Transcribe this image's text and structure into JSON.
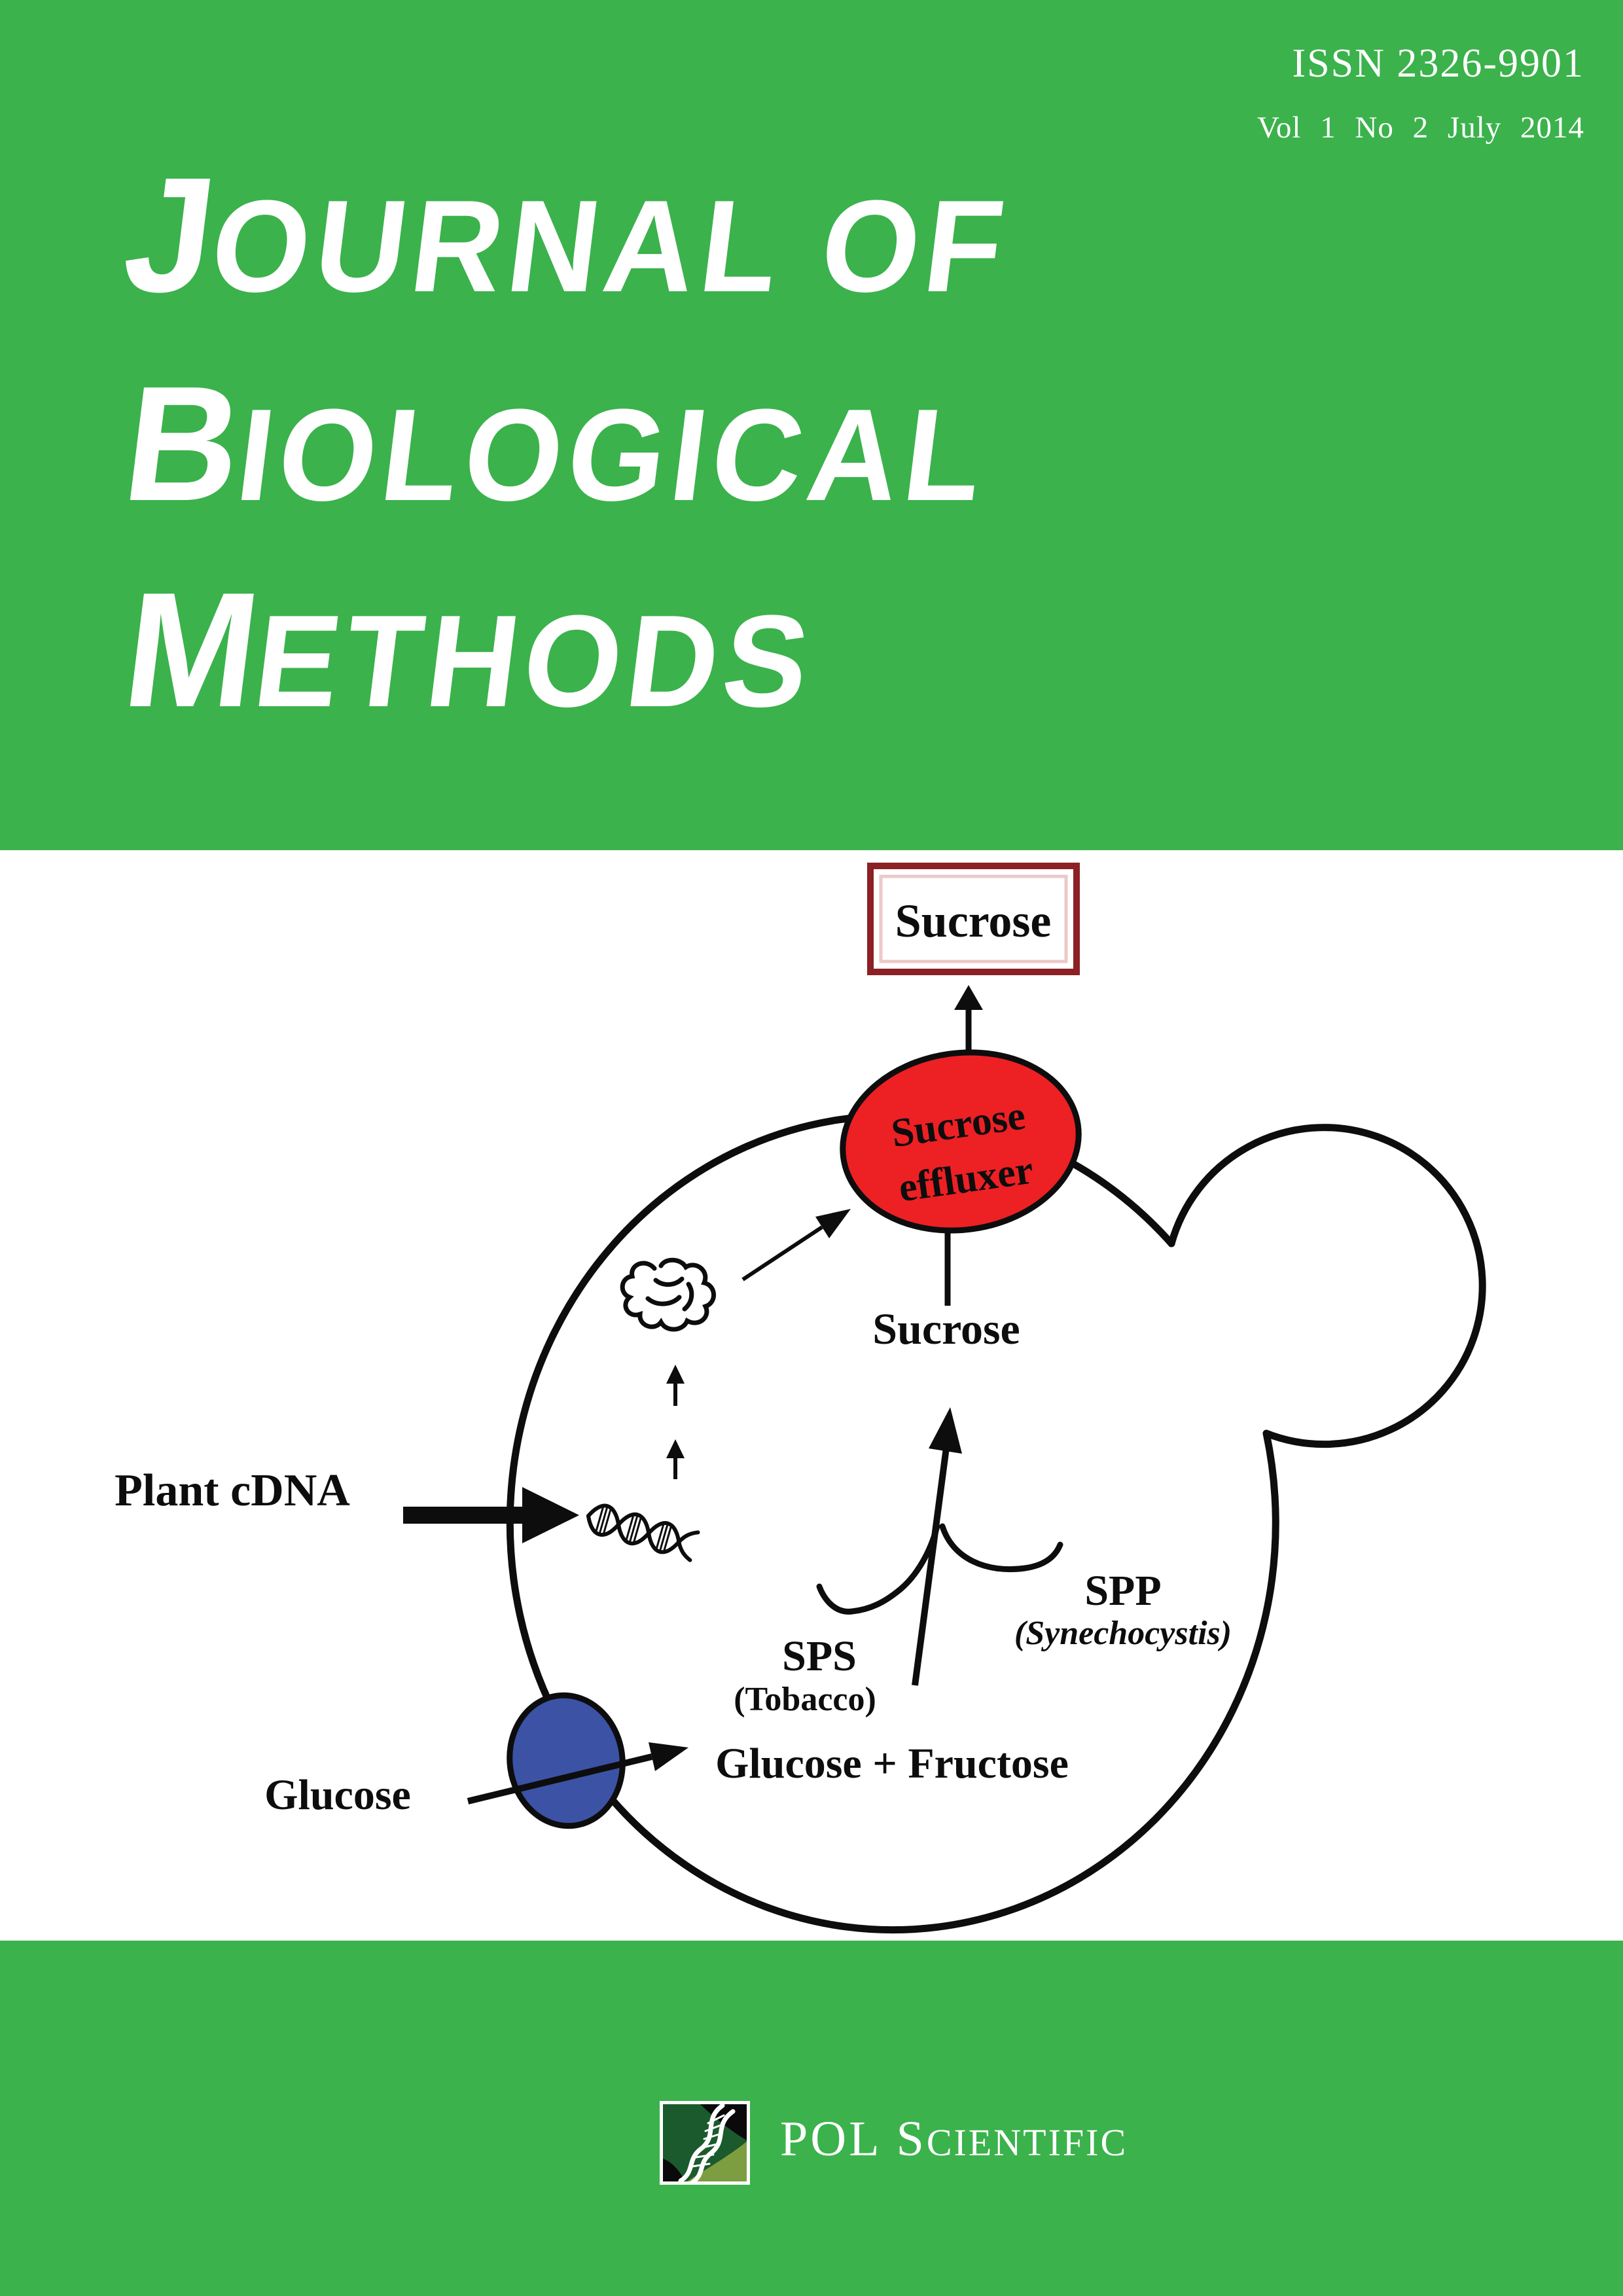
{
  "header": {
    "issn": "ISSN 2326-9901",
    "issue_info": "Vol 1 No 2 July 2014",
    "title_lines": [
      {
        "lead": "J",
        "rest": "OURNAL OF"
      },
      {
        "lead": "B",
        "rest": "IOLOGICAL"
      },
      {
        "lead": "M",
        "rest": "ETHODS"
      }
    ]
  },
  "figure": {
    "description": "Budding yeast cell diagram showing sucrose synthesis and efflux",
    "labels": {
      "sucrose_box": "Sucrose",
      "effluxer_line1": "Sucrose",
      "effluxer_line2": "effluxer",
      "sucrose_internal": "Sucrose",
      "plant_cdna": "Plant cDNA",
      "glucose": "Glucose",
      "glucose_fructose": "Glucose + Fructose",
      "sps": "SPS",
      "sps_organism": "(Tobacco)",
      "spp": "SPP",
      "spp_organism": "(Synechocystis)"
    },
    "icons": {
      "protein": "protein-scribble-icon",
      "dna": "dna-helix-icon",
      "transporter": "glucose-transporter-circle",
      "effluxer": "sucrose-effluxer-ellipse"
    }
  },
  "footer": {
    "publisher": {
      "pol": "POL",
      "sci_lead": "S",
      "sci_rest": "CIENTIFIC"
    },
    "logo": "dna-logo-icon"
  },
  "colors": {
    "green": "#3bb24c",
    "red_ellipse": "#ed2024",
    "effluxer_text": "#1e5427",
    "box_border": "#8b2125",
    "box_inner": "#ecc9c9",
    "tobacco_text": "#8d2b2b",
    "blue_transporter": "#3b52a5",
    "logo_dark_green": "#1b5a2d",
    "logo_olive": "#7d9d41",
    "ink": "#0d0d0d"
  }
}
